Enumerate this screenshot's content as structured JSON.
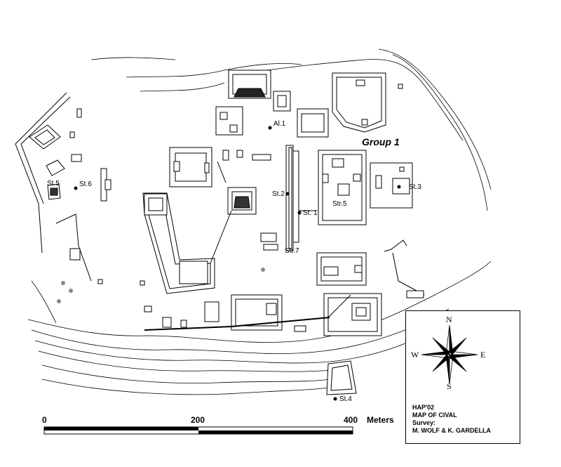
{
  "map": {
    "group_label": "Group 1",
    "labels": {
      "al1": "Al.1",
      "st1": "St. 1",
      "st2": "St.2",
      "st3": "St.3",
      "st4": "St.4",
      "st5": "St.5",
      "st6": "St.6",
      "str5": "Str.5",
      "str7": "Str.7"
    }
  },
  "scale": {
    "ticks": [
      "0",
      "200",
      "400"
    ],
    "unit": "Meters"
  },
  "legend": {
    "compass": {
      "n": "N",
      "s": "S",
      "e": "E",
      "w": "W"
    },
    "line1": "HAP'02",
    "line2": "MAP OF CIVAL",
    "line3": "Survey:",
    "line4": "M. WOLF & K. GARDELLA"
  },
  "colors": {
    "ink": "#000000",
    "fill": "#ffffff",
    "dot_gray": "#888888"
  }
}
